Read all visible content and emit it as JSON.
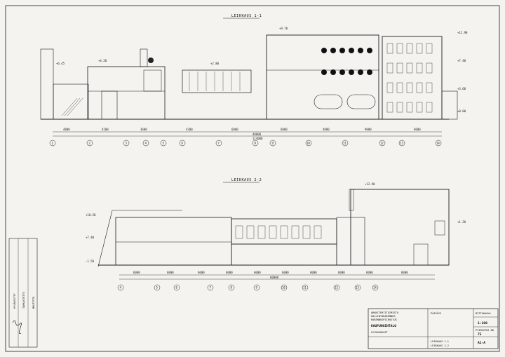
{
  "section_1": {
    "title": "LEIKKAUS 1-1",
    "axis_numbers": [
      "1",
      "2",
      "3",
      "4",
      "5",
      "6",
      "7",
      "8",
      "9",
      "10",
      "11",
      "12",
      "13",
      "14"
    ],
    "dimensions": [
      "4800",
      "4200",
      "3600",
      "4200",
      "6000",
      "6000",
      "4800",
      "9000",
      "6000",
      "48000",
      "114000"
    ]
  },
  "section_2": {
    "title": "LEIKKAUS 2-2",
    "axis_numbers": [
      "4",
      "5",
      "6",
      "7",
      "8",
      "9",
      "10",
      "11",
      "12",
      "13",
      "14"
    ],
    "dimensions": [
      "6000",
      "6000",
      "6000",
      "6000",
      "6000",
      "6000",
      "6000",
      "6000",
      "6000",
      "6000",
      "60000"
    ]
  },
  "levels": [
    "+6.45",
    "+4.20",
    "+2.80",
    "+0.00",
    "-1.50",
    "+9.70",
    "+12.90",
    "+3.60",
    "+7.40",
    "+10.50",
    "+1.20"
  ],
  "title_block": {
    "office_lines": [
      "ARKKITEHTITOIMISTO",
      "HALLINTORAKENNUS",
      "RAKENNUSPIIRUSTUS"
    ],
    "project": "KAUPUNGINTALO",
    "drawing": "LEIKKAUKSET",
    "date_label": "PÄIVÄYS",
    "scale_label": "MITTAKAAVA",
    "scale": "1:100",
    "sheet_label": "PIIRUSTUS NO",
    "sheet_number": "75",
    "code": "A1-A",
    "ref_lines": [
      "LEIKKAUS 1-1",
      "LEIKKAUS 2-2"
    ]
  },
  "side_stamp": [
    "HYVÄKSYTTY",
    "TARKASTETTU",
    "MUUTETTU"
  ]
}
